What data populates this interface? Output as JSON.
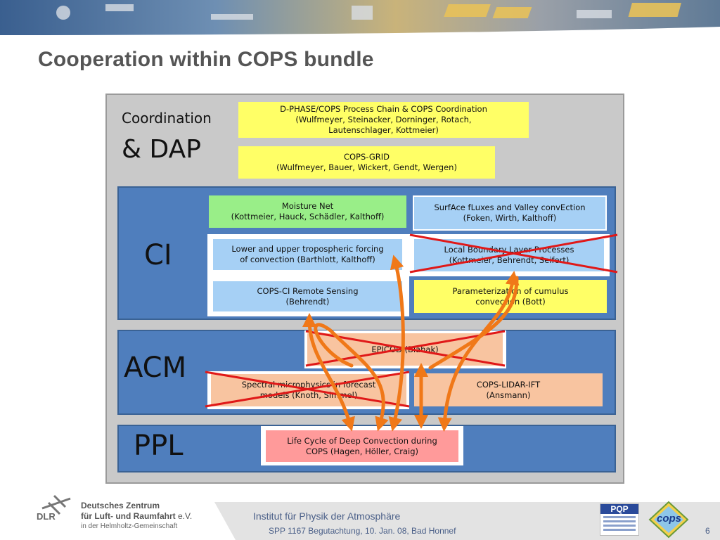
{
  "title": "Cooperation within COPS bundle",
  "sections": {
    "coordination": "Coordination",
    "dap": "& DAP",
    "ci": "CI",
    "acm": "ACM",
    "ppl": "PPL"
  },
  "boxes": {
    "dphase": "D-PHASE/COPS Process Chain & COPS Coordination\n(Wulfmeyer, Steinacker, Dorninger,  Rotach,\nLautenschlager, Kottmeier)",
    "grid": "COPS-GRID\n(Wulfmeyer, Bauer, Wickert, Gendt, Wergen)",
    "moisture": "Moisture Net\n(Kottmeier, Hauck, Schädler, Kalthoff)",
    "surface": "SurfAce fLuxes and Valley convEction\n(Foken, Wirth, Kalthoff)",
    "lower_upper": "Lower and upper tropospheric forcing\nof convection (Barthlott, Kalthoff)",
    "local_bl": "Local Boundary Layer Processes\n(Kottmeier, Behrendt, Seifert)",
    "remote": "COPS-CI Remote Sensing\n(Behrendt)",
    "param": "Parameterization of cumulus\nconvection (Bott)",
    "epicod": "EPICOD  (Blahak)",
    "spectral": "Spectral microphysics in forecast\nmodels (Knoth, Simmel)",
    "lidar": "COPS-LIDAR-IFT\n(Ansmann)",
    "lifecycle": "Life Cycle of Deep Convection during\nCOPS (Hagen, Höller, Craig)"
  },
  "footer": {
    "org_line1": "Deutsches Zentrum",
    "org_line2a": "für Luft- und Raumfahrt",
    "org_line2b": " e.V.",
    "org_line3": "in der Helmholtz-Gemeinschaft",
    "dlr": "DLR",
    "institute": "Institut für Physik der Atmosphäre",
    "meeting": "SPP 1167 Begutachtung, 10. Jan. 08, Bad Honnef",
    "page": "6",
    "logo_pqp": "PQP",
    "logo_cops": "cops"
  },
  "colors": {
    "band_blue": "#4f7ebd",
    "yellow": "#ffff66",
    "green": "#99ee88",
    "light_blue": "#a6d0f5",
    "orange_box": "#f8c4a0",
    "pink": "#ff9a9a",
    "arrow_orange": "#f07818",
    "cross_red": "#e01818"
  }
}
